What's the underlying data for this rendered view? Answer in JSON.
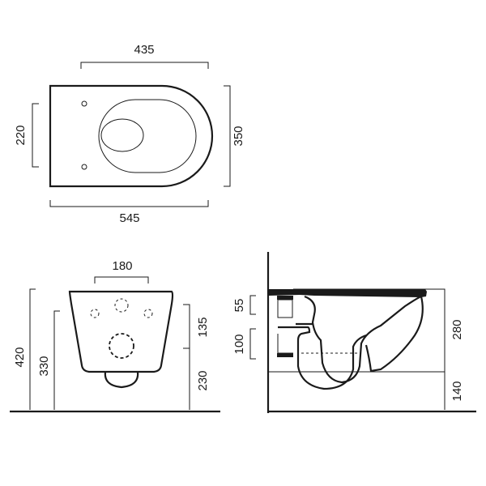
{
  "top_view": {
    "dims": {
      "depth_inner": "435",
      "depth_total": "545",
      "fixing_span": "220",
      "width": "350"
    }
  },
  "front_view": {
    "dims": {
      "fixing_spacing": "180",
      "height_total": "420",
      "height_bowl_bottom": "330",
      "inlet_height": "135",
      "outlet_height": "230"
    }
  },
  "side_view": {
    "dims": {
      "upper_port": "55",
      "lower_port": "100",
      "bowl_height": "280",
      "floor_clearance": "140"
    }
  }
}
